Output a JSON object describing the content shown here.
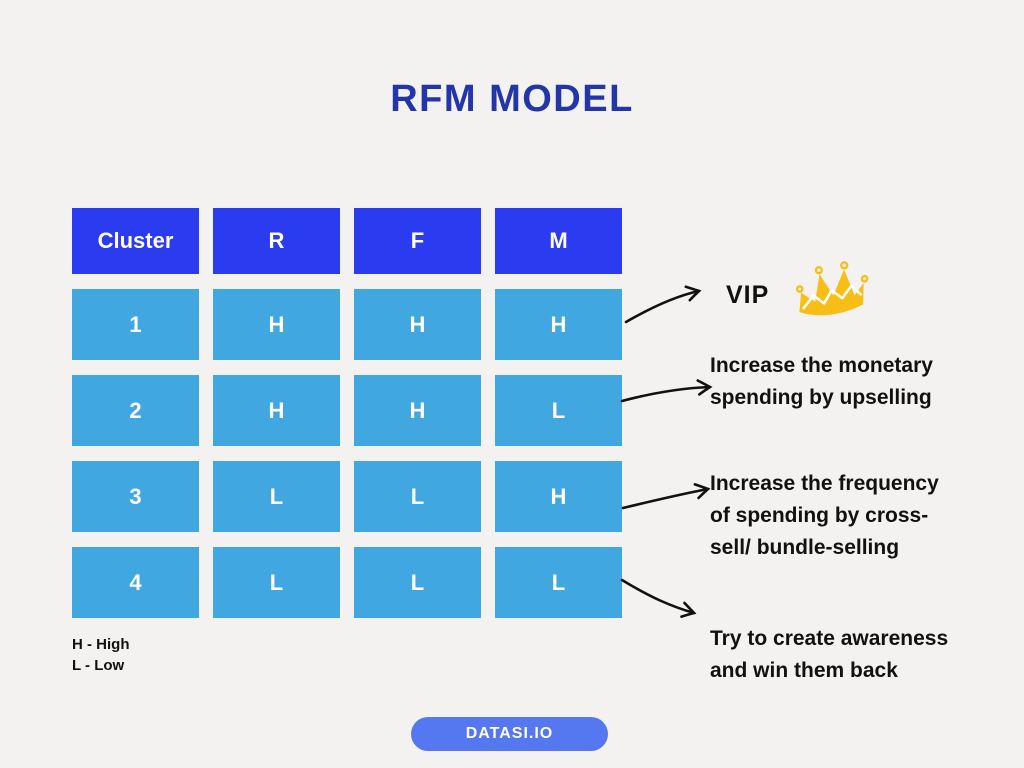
{
  "title": "RFM MODEL",
  "table": {
    "header": {
      "columns": [
        "Cluster",
        "R",
        "F",
        "M"
      ]
    },
    "rows": [
      [
        "1",
        "H",
        "H",
        "H"
      ],
      [
        "2",
        "H",
        "H",
        "L"
      ],
      [
        "3",
        "L",
        "L",
        "H"
      ],
      [
        "4",
        "L",
        "L",
        "L"
      ]
    ]
  },
  "legend": {
    "high": "H - High",
    "low": "L - Low"
  },
  "annotations": {
    "vip": {
      "label": "VIP",
      "icon": "crown-icon"
    },
    "row2": "Increase the monetary\nspending by upselling",
    "row3": "Increase the frequency\nof spending by cross-\nsell/ bundle-selling",
    "row4": "Try to create awareness\nand win them back"
  },
  "footer": {
    "brand": "DATASI.IO"
  },
  "colors": {
    "background": "#F4F2F1",
    "title": "#2336A8",
    "header_cell": "#2B3BF0",
    "body_cell": "#41A7E0",
    "text": "#111111",
    "arrow": "#111111",
    "crown_gold": "#F9BE16",
    "badge": "#5577F0"
  }
}
